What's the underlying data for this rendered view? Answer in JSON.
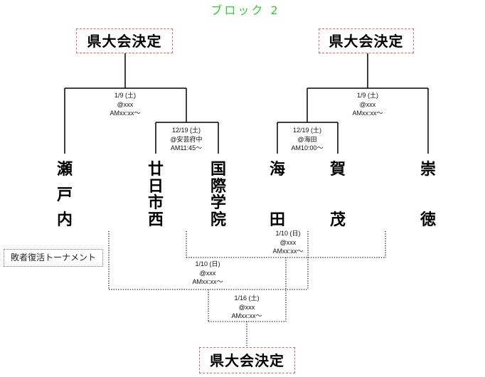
{
  "header": {
    "title": "ブロック 2"
  },
  "qualify": {
    "left": "県大会決定",
    "right": "県大会決定",
    "repechage": "県大会決定"
  },
  "matches": {
    "left_final": {
      "date": "1/9 (土)",
      "venue": "@xxx",
      "time": "AMxx:xx〜"
    },
    "left_first": {
      "date": "12/19 (土)",
      "venue": "@安芸府中",
      "time": "AM11:45〜"
    },
    "right_final": {
      "date": "1/9 (土)",
      "venue": "@xxx",
      "time": "AMxx:xx〜"
    },
    "right_first": {
      "date": "12/19 (土)",
      "venue": "@海田",
      "time": "AM10:00〜"
    },
    "repechage_a": {
      "date": "1/10 (日)",
      "venue": "@xxx",
      "time": "AMxx:xx〜"
    },
    "repechage_b": {
      "date": "1/10 (日)",
      "venue": "@xxx",
      "time": "AMxx:xx〜"
    },
    "repechage_final": {
      "date": "1/16 (土)",
      "venue": "@xxx",
      "time": "AMxx:xx〜"
    }
  },
  "teams": [
    {
      "name": "瀬戸内"
    },
    {
      "name": "廿日市西"
    },
    {
      "name": "国際学院"
    },
    {
      "name": "海田"
    },
    {
      "name": "賀茂"
    },
    {
      "name": "崇徳"
    }
  ],
  "repechage": {
    "label": "敗者復活トーナメント"
  },
  "colors": {
    "title": "#33cc33",
    "qualify_border": "#e06666",
    "lines": "#000000"
  }
}
